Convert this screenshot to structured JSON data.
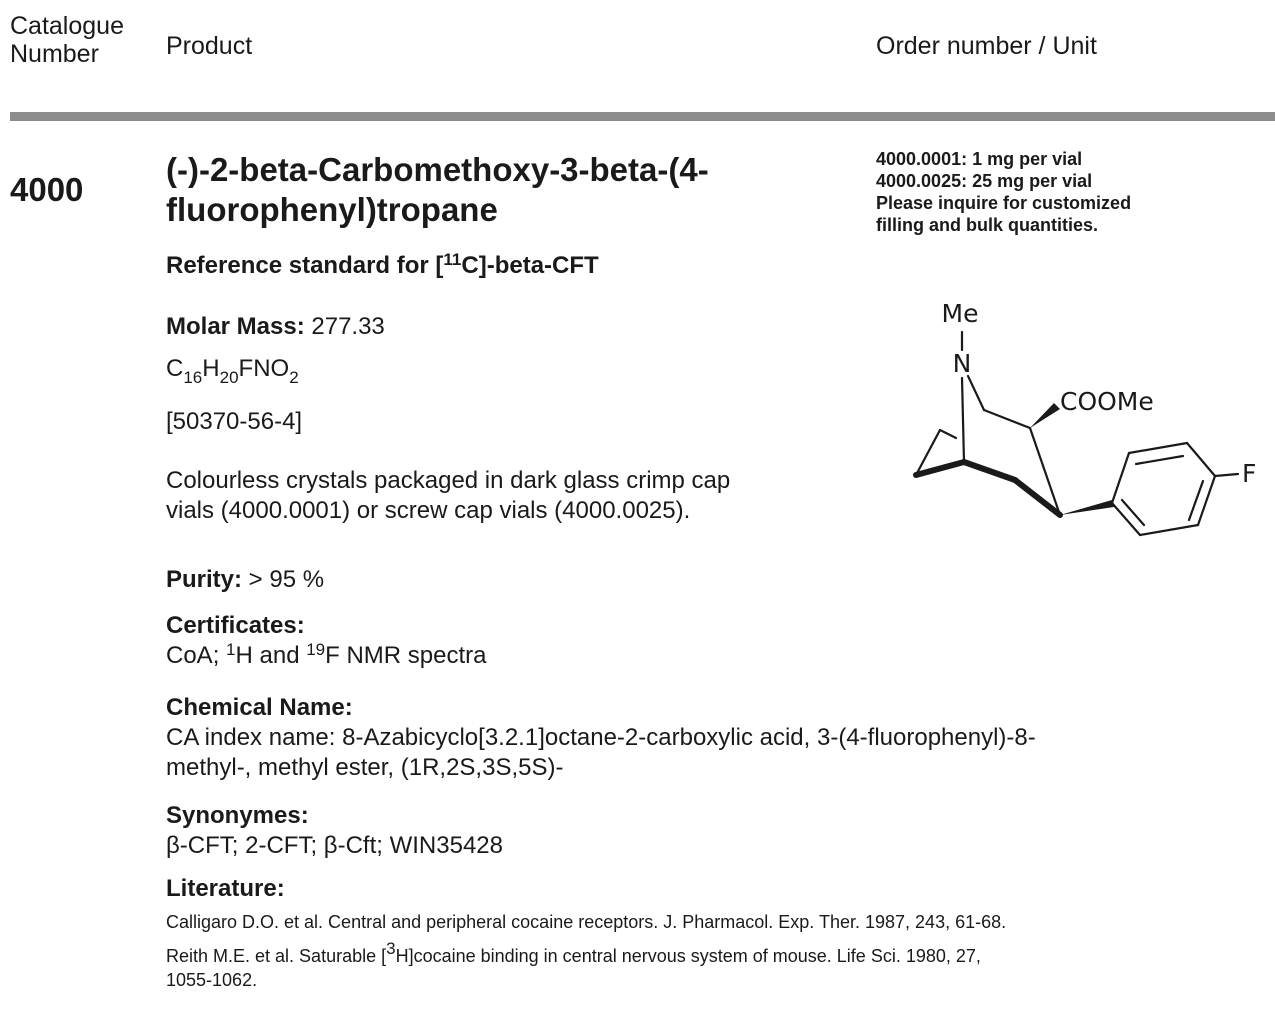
{
  "header": {
    "catalogue_line1": "Catalogue",
    "catalogue_line2": "Number",
    "product": "Product",
    "order": "Order number / Unit"
  },
  "product": {
    "catalogue_number": "4000",
    "title_line1": "(-)-2-beta-Carbomethoxy-3-beta-(4-",
    "title_line2": "fluorophenyl)tropane",
    "subtitle_prefix": "Reference standard for [",
    "subtitle_sup": "11",
    "subtitle_suffix": "C]-beta-CFT",
    "molar_mass_label": "Molar Mass:",
    "molar_mass_value": " 277.33",
    "formula": {
      "c": "C",
      "c_n": "16",
      "h": "H",
      "h_n": "20",
      "rest": "FNO",
      "o_n": "2"
    },
    "cas": "[50370-56-4]",
    "description_line1": "Colourless crystals packaged in dark glass crimp cap",
    "description_line2": "vials (4000.0001) or screw cap vials (4000.0025).",
    "purity_label": "Purity:",
    "purity_value": " > 95 %",
    "certificates_label": "Certificates:",
    "certificates": {
      "a": "CoA; ",
      "sup1": "1",
      "b": "H and ",
      "sup2": "19",
      "c": "F NMR spectra"
    },
    "chemical_name_label": "Chemical Name:",
    "chemical_name_line1": "CA index name: 8-Azabicyclo[3.2.1]octane-2-carboxylic acid, 3-(4-fluorophenyl)-8-",
    "chemical_name_line2": "methyl-, methyl ester, (1R,2S,3S,5S)-",
    "synonymes_label": "Synonymes:",
    "synonymes": "β-CFT; 2-CFT; β-Cft; WIN35428",
    "literature_label": "Literature:",
    "literature_1": "Calligaro D.O. et al. Central and peripheral cocaine receptors. J. Pharmacol. Exp. Ther. 1987, 243, 61-68.",
    "literature_2": {
      "a": "Reith M.E. et al. Saturable [",
      "sup": "3",
      "b": "H]cocaine binding in central nervous system of mouse. Life Sci. 1980, 27,",
      "line2": "1055-1062."
    }
  },
  "order_info": {
    "line1": "4000.0001: 1 mg per vial",
    "line2": "4000.0025: 25 mg per vial",
    "line3": "Please inquire for customized",
    "line4": "filling and bulk quantities."
  },
  "structure": {
    "label_me": "Me",
    "label_n": "N",
    "label_coome": "COOMe",
    "label_f": "F"
  }
}
